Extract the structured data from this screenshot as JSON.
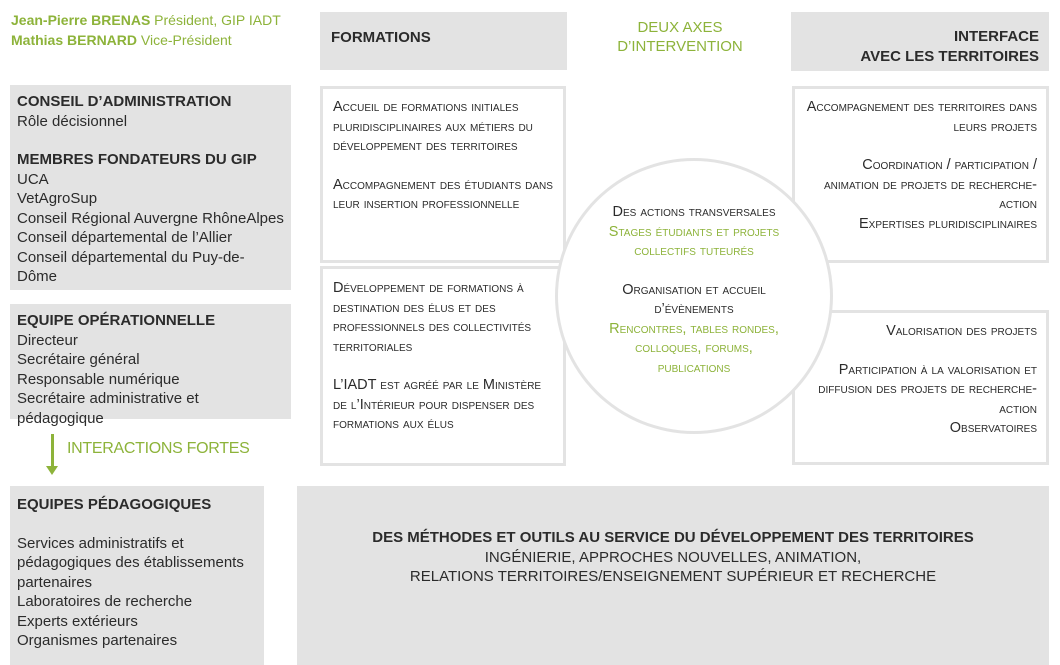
{
  "officers": [
    {
      "name": "Jean-Pierre BRENAS",
      "role": "Président, GIP IADT"
    },
    {
      "name": "Mathias BERNARD",
      "role": "Vice-Président"
    }
  ],
  "left": {
    "ca_title": "CONSEIL D’ADMINISTRATION",
    "ca_role": "Rôle décisionnel",
    "fondateurs_title": "MEMBRES FONDATEURS DU GIP",
    "fondateurs": [
      "UCA",
      "VetAgroSup",
      "Conseil Régional Auvergne RhôneAlpes",
      "Conseil départemental de l’Allier",
      "Conseil départemental du Puy-de-Dôme"
    ],
    "ops_title": "EQUIPE OPÉRATIONNELLE",
    "ops": [
      "Directeur",
      "Secrétaire général",
      "Responsable numérique",
      "Secrétaire administrative et pédagogique"
    ],
    "interactions": "INTERACTIONS FORTES",
    "peda_title": "EQUIPES PÉDAGOGIQUES",
    "peda": [
      "Services administratifs et pédagogiques des établissements partenaires",
      "Laboratoires de recherche",
      "Experts extérieurs",
      "Organismes partenaires"
    ]
  },
  "formations": {
    "head": "FORMATIONS",
    "box1_p1": "Accueil de formations initiales pluridisciplinaires aux métiers du développement des territoires",
    "box1_p2": "Accompagnement des étudiants dans leur insertion professionnelle",
    "box2_p1": "Développement de formations à destination des élus et des professionnels des collectivités territoriales",
    "box2_p2": "L’IADT est agréé par le Ministère de l’Intérieur pour dispenser des formations aux élus"
  },
  "axes": {
    "line1": "DEUX AXES",
    "line2": "D’INTERVENTION"
  },
  "interface": {
    "head_line1": "INTERFACE",
    "head_line2": "AVEC LES TERRITOIRES",
    "box1_p1": "Accompagnement des territoires dans leurs projets",
    "box1_p2": "Coordination / participation / animation de projets de recherche-action",
    "box1_p3": "Expertises pluridisciplinaires",
    "box2_p1": "Valorisation des projets",
    "box2_p2": "Participation à la valorisation et diffusion des projets de recherche-action",
    "box2_p3": "Observatoires"
  },
  "center": {
    "a_title": "Des actions transversales",
    "a_green": "Stages étudiants et projets collectifs tuteurés",
    "b_title": "Organisation et accueil d’évènements",
    "b_green": "Rencontres, tables rondes, colloques, forums, publications"
  },
  "bottom": {
    "line1": "DES MÉTHODES ET OUTILS AU SERVICE DU DÉVELOPPEMENT DES TERRITOIRES",
    "line2": "INGÉNIERIE, APPROCHES NOUVELLES, ANIMATION,",
    "line3": "RELATIONS TERRITOIRES/ENSEIGNEMENT SUPÉRIEUR ET RECHERCHE"
  },
  "colors": {
    "accent": "#8db33a",
    "panel": "#e3e3e3"
  }
}
